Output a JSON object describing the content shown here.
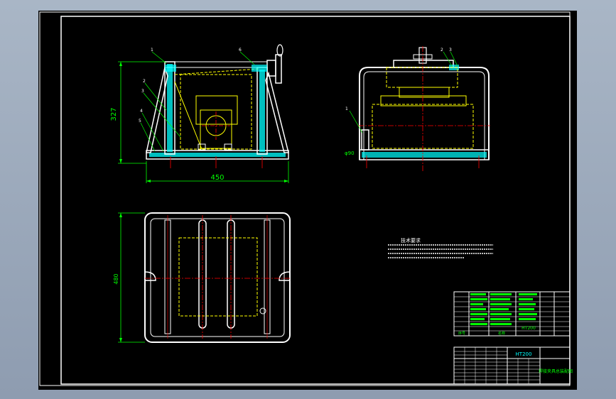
{
  "dimensions": {
    "front_height": "327",
    "front_width": "450",
    "top_height": "480",
    "side_diameter": "φ90"
  },
  "leaders": {
    "front_view": [
      "1",
      "2",
      "3",
      "4",
      "5",
      "6"
    ],
    "side_view": [
      "1",
      "2",
      "3"
    ]
  },
  "notes": {
    "title": "技术要求"
  },
  "title_block": {
    "material": "HT200",
    "bom_material": "HT200",
    "drawing_name": "焊接夹具总装配图",
    "bom_header": [
      "序号",
      "名称"
    ]
  },
  "colors": {
    "background": "#000000",
    "frame": "#ffffff",
    "dimension": "#00ff00",
    "hatch": "#00ffff",
    "centerline": "#ff0000",
    "hidden": "#ffff00"
  }
}
